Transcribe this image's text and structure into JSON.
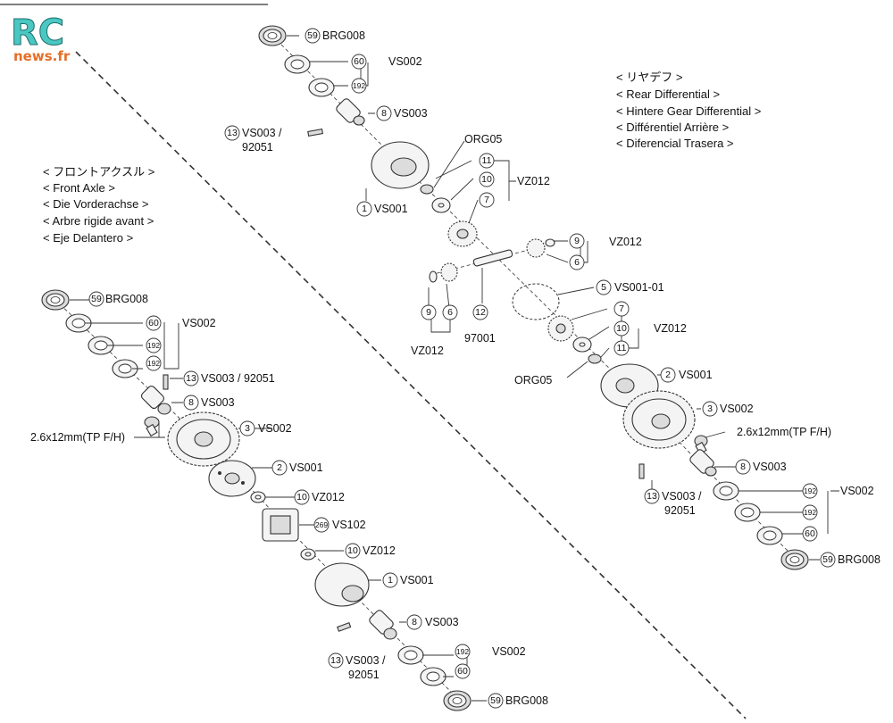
{
  "logo": {
    "main": "RC",
    "sub": "news.fr"
  },
  "front": {
    "headings": [
      "< フロントアクスル >",
      "< Front Axle >",
      "< Die Vorderachse >",
      "< Arbre rigide avant >",
      "< Eje Delantero >"
    ],
    "labels": {
      "brg_top": "BRG008",
      "vs002_top": "VS002",
      "vs003_pin": "VS003 / 92051",
      "vs003_cup": "VS003",
      "screw": "2.6x12mm(TP F/H)",
      "vs002_gear": "VS002",
      "vs001_cover": "VS001",
      "vz012_a": "VZ012",
      "vs102": "VS102",
      "vz012_b": "VZ012",
      "vs001_case": "VS001",
      "vs003_cup_b": "VS003",
      "vs003_pin_b_1": "VS003 /",
      "vs003_pin_b_2": "92051",
      "vs002_bottom": "VS002",
      "brg_bottom": "BRG008"
    },
    "nums": {
      "n59a": "59",
      "n60a": "60",
      "n192a": "192",
      "n192b": "192",
      "n13a": "13",
      "n8a": "8",
      "n3": "3",
      "n2": "2",
      "n10a": "10",
      "n269": "269",
      "n10b": "10",
      "n1": "1",
      "n8b": "8",
      "n13b": "13",
      "n192c": "192",
      "n60b": "60",
      "n59b": "59"
    }
  },
  "rear": {
    "headings": [
      "< リヤデフ >",
      "< Rear Differential >",
      "< Hintere Gear Differential >",
      "< Différentiel Arrière >",
      "< Diferencial Trasera >"
    ],
    "labels": {
      "brg_top": "BRG008",
      "vs002_top": "VS002",
      "vs003_cup": "VS003",
      "vs003_pin_1": "VS003 /",
      "vs003_pin_2": "92051",
      "org05_top": "ORG05",
      "vs001_case": "VS001",
      "vz012_top": "VZ012",
      "vz012_mid": "VZ012",
      "vs001_01": "VS001-01",
      "vz012_left": "VZ012",
      "shaft": "97001",
      "vz012_right": "VZ012",
      "org05_bottom": "ORG05",
      "vs001_cover": "VS001",
      "vs002_gear": "VS002",
      "screw": "2.6x12mm(TP F/H)",
      "vs003_cup_b": "VS003",
      "vs003_pin_b_1": "VS003 /",
      "vs003_pin_b_2": "92051",
      "vs002_bottom": "VS002",
      "brg_bottom": "BRG008"
    },
    "nums": {
      "n59a": "59",
      "n60a": "60",
      "n192a": "192",
      "n8a": "8",
      "n13a": "13",
      "n11a": "11",
      "n10a": "10",
      "n7a": "7",
      "n1": "1",
      "n9a": "9",
      "n6a": "6",
      "n5": "5",
      "n9b": "9",
      "n6b": "6",
      "n12": "12",
      "n7b": "7",
      "n10b": "10",
      "n11b": "11",
      "n2": "2",
      "n3": "3",
      "n8b": "8",
      "n13b": "13",
      "n192b": "192",
      "n192c": "192",
      "n60b": "60",
      "n59b": "59"
    }
  }
}
